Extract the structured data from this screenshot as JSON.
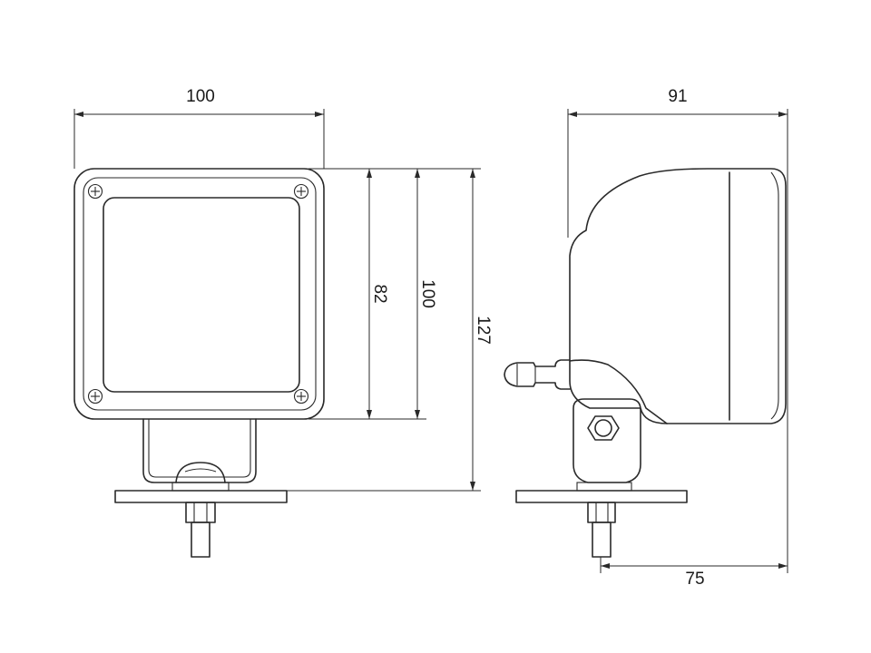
{
  "dimensions": {
    "front_width": "100",
    "front_height_inner": "82",
    "front_height_outer": "100",
    "total_height": "127",
    "side_depth": "91",
    "side_mount_offset": "75"
  }
}
